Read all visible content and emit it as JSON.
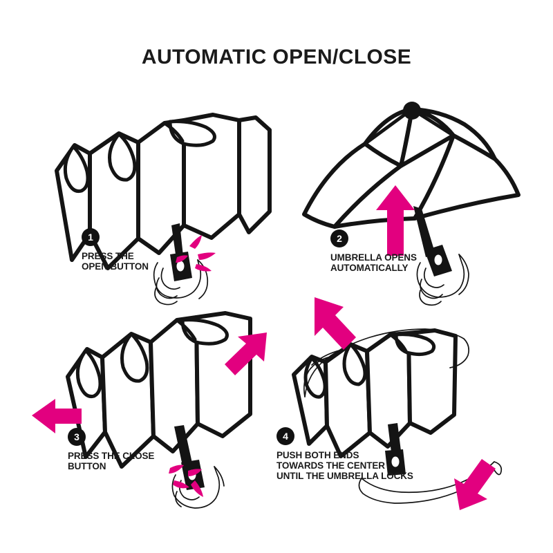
{
  "document": {
    "title": "AUTOMATIC OPEN/CLOSE",
    "type": "instruction-diagram",
    "background_color": "#ffffff",
    "ink_color": "#141414",
    "accent_color": "#e2007f"
  },
  "steps": [
    {
      "number": "1",
      "caption": "PRESS THE\nOPEN BUTTON",
      "illustration": "closed-folded-umbrella-held-in-hand",
      "accent": "pink-button-press-burst"
    },
    {
      "number": "2",
      "caption": "UMBRELLA OPENS\nAUTOMATICALLY",
      "illustration": "open-umbrella-canopy-with-hand-on-handle",
      "accent": "pink-up-arrow"
    },
    {
      "number": "3",
      "caption": "PRESS THE CLOSE\nBUTTON",
      "illustration": "collapsing-umbrella-held-in-hand",
      "accent": "two-pink-inward-arrows"
    },
    {
      "number": "4",
      "caption": "PUSH BOTH ENDS\nTOWARDS THE CENTER\nUNTIL THE UMBRELLA LOCKS",
      "illustration": "two-hands-compressing-folded-umbrella",
      "accent": "two-pink-converging-arrows"
    }
  ]
}
